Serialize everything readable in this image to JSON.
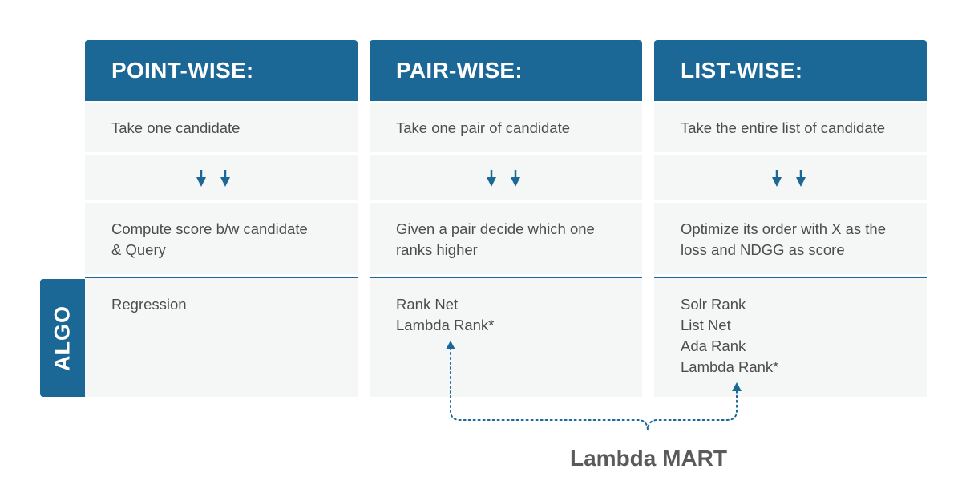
{
  "columns": [
    {
      "title": "POINT-WISE:",
      "step1": "Take one candidate",
      "step2": [
        "Compute score b/w candidate",
        "& Query"
      ],
      "algos": [
        "Regression"
      ]
    },
    {
      "title": "PAIR-WISE:",
      "step1": "Take one pair of candidate",
      "step2": [
        "Given a pair decide which one",
        "ranks higher"
      ],
      "algos": [
        "Rank Net",
        "Lambda Rank*"
      ]
    },
    {
      "title": "LIST-WISE:",
      "step1": "Take the entire list of candidate",
      "step2": [
        "Optimize its order with X as the",
        "loss and NDGG as score"
      ],
      "algos": [
        "Solr Rank",
        "List Net",
        "Ada Rank",
        "Lambda Rank*"
      ]
    }
  ],
  "row_label": "ALGO",
  "connector_label": "Lambda MART",
  "colors": {
    "header_blue": "#1b6896",
    "cell_bg": "#f5f7f7",
    "text": "#4d4d4d",
    "caption": "#5a5a5a"
  },
  "icons": [
    "arrow-down-icon"
  ]
}
